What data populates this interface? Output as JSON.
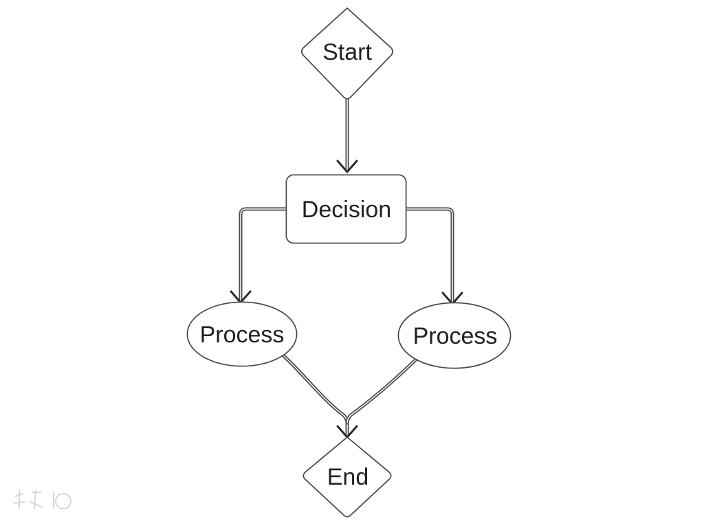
{
  "diagram": {
    "nodes": {
      "start": {
        "label": "Start",
        "shape": "diamond"
      },
      "decision": {
        "label": "Decision",
        "shape": "rounded-rectangle"
      },
      "process_left": {
        "label": "Process",
        "shape": "ellipse"
      },
      "process_right": {
        "label": "Process",
        "shape": "ellipse"
      },
      "end": {
        "label": "End",
        "shape": "diamond"
      }
    },
    "edges": [
      {
        "from": "start",
        "to": "decision"
      },
      {
        "from": "decision",
        "to": "process_left"
      },
      {
        "from": "decision",
        "to": "process_right"
      },
      {
        "from": "process_left",
        "to": "end"
      },
      {
        "from": "process_right",
        "to": "end"
      }
    ]
  },
  "colors": {
    "outline": "#4a4a4a",
    "text": "#222222",
    "background": "#ffffff",
    "watermark": "#d6d6d6"
  }
}
